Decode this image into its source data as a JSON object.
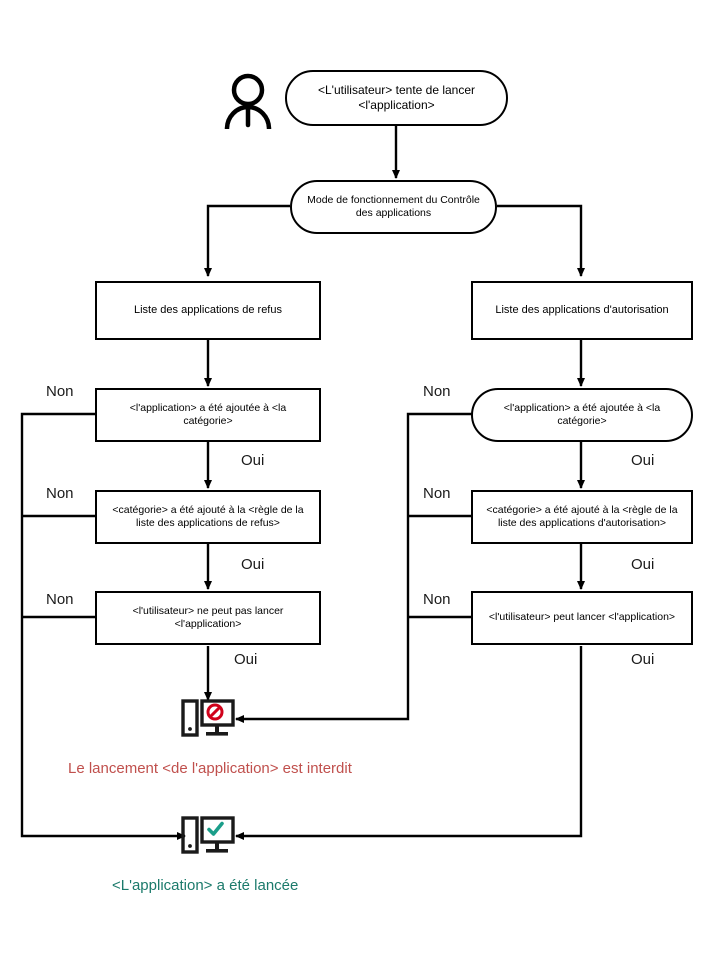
{
  "diagram": {
    "title": "Application Control operating mode flowchart",
    "actor_icon": "user-person-icon",
    "nodes": {
      "start": {
        "label": "<L'utilisateur> tente de lancer <l'application>",
        "shape": "stadium"
      },
      "mode": {
        "label": "Mode de fonctionnement du Contrôle des applications",
        "shape": "stadium"
      },
      "deny_list": {
        "label": "Liste des applications de refus",
        "shape": "rect"
      },
      "allow_list": {
        "label": "Liste des applications d'autorisation",
        "shape": "rect"
      },
      "deny_app_added": {
        "label": "<l'application> a été ajoutée à <la catégorie>",
        "shape": "rect"
      },
      "allow_app_added": {
        "label": "<l'application> a été ajoutée à <la catégorie>",
        "shape": "stadium"
      },
      "deny_cat_added": {
        "label": "<catégorie> a été ajouté à la <règle de la liste des applications de refus>",
        "shape": "rect"
      },
      "allow_cat_added": {
        "label": "<catégorie> a été ajouté à la <règle de la liste des applications d'autorisation>",
        "shape": "rect"
      },
      "deny_result": {
        "label": "<l'utilisateur> ne peut pas lancer <l'application>",
        "shape": "rect"
      },
      "allow_result": {
        "label": "<l'utilisateur> peut lancer <l'application>",
        "shape": "rect"
      }
    },
    "edge_labels": {
      "left_non_1": "Non",
      "left_non_2": "Non",
      "left_non_3": "Non",
      "left_oui_1": "Oui",
      "left_oui_2": "Oui",
      "left_oui_3": "Oui",
      "right_non_1": "Non",
      "right_non_2": "Non",
      "right_non_3": "Non",
      "right_oui_1": "Oui",
      "right_oui_2": "Oui",
      "right_oui_3": "Oui"
    },
    "outcomes": {
      "blocked": {
        "icon": "computer-blocked-icon",
        "caption": "Le lancement <de l'application> est interdit",
        "color": "#c0504d"
      },
      "launched": {
        "icon": "computer-allowed-icon",
        "caption": "<L'application> a été lancée",
        "color": "#1b7a6b"
      }
    },
    "colors": {
      "stroke": "#000000",
      "text": "#000000",
      "denied": "#c0504d",
      "allowed": "#1b7a6b",
      "icon_check": "#1b9e8a",
      "icon_block": "#d0021b"
    }
  }
}
